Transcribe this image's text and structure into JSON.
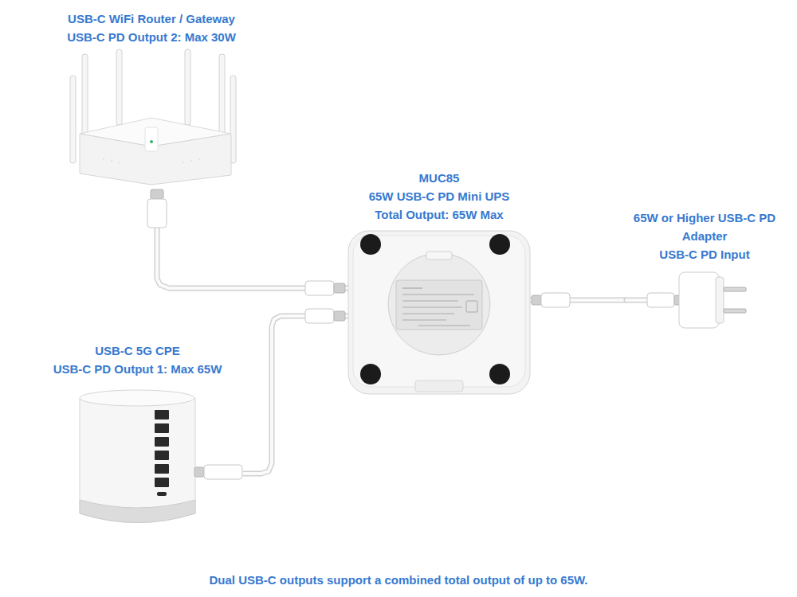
{
  "diagram": {
    "caption": "Dual USB-C outputs support a combined total output of up to 65W.",
    "nodes": [
      {
        "text": [
          "USB-C WiFi Router / Gateway",
          "USB-C PD Output 2: Max 30W"
        ]
      },
      {
        "text": [
          "MUC85",
          "65W USB-C PD Mini UPS",
          "Total Output: 65W Max"
        ]
      },
      {
        "text": [
          "65W or Higher USB-C PD Adapter",
          "USB-C PD Input"
        ]
      },
      {
        "text": [
          "USB-C 5G CPE",
          "USB-C PD Output 1: Max 65W"
        ]
      }
    ],
    "edges": [
      {
        "from": 1,
        "to": 0,
        "arrow": "none"
      },
      {
        "from": 1,
        "to": 3,
        "arrow": "none"
      },
      {
        "from": 2,
        "to": 1,
        "arrow": "none"
      }
    ]
  }
}
